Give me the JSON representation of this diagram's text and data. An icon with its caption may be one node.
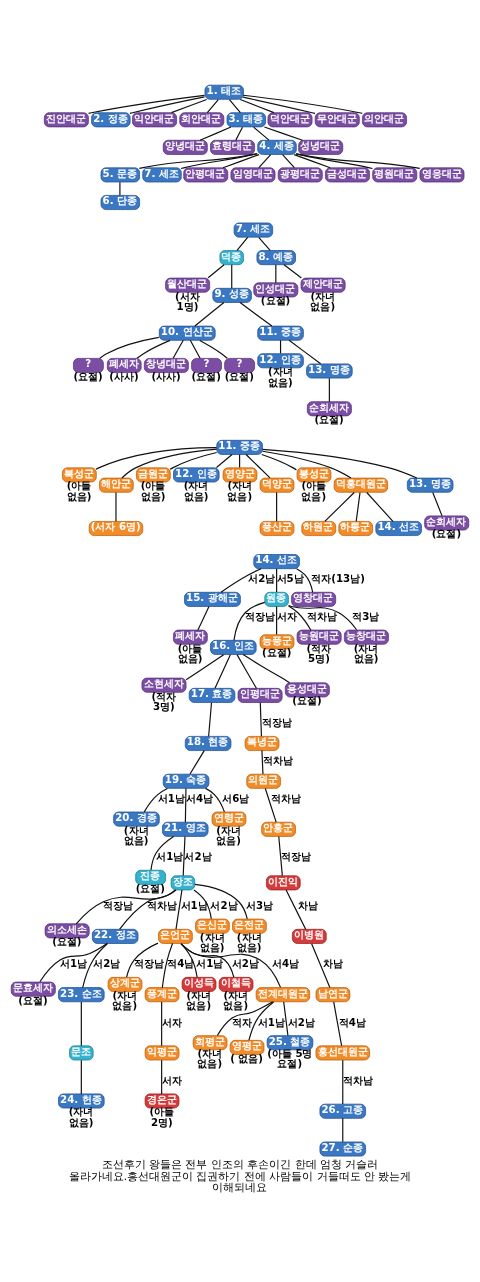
{
  "diagram": {
    "caption": "조선후기 왕들은 전부 인조의 후손이긴 한데 엄청 거슬러 올라가네요.흥선대원군이 집권하기 전에 사람들이 거들떠도 안 봤는게 이해되네요",
    "nodes": [
      {
        "text": [
          "1. 태조"
        ]
      },
      {
        "text": [
          "진안대군"
        ]
      },
      {
        "text": [
          "2. 정종"
        ]
      },
      {
        "text": [
          "익안대군"
        ]
      },
      {
        "text": [
          "회안대군"
        ]
      },
      {
        "text": [
          "3. 태종"
        ]
      },
      {
        "text": [
          "덕안대군"
        ]
      },
      {
        "text": [
          "무안대군"
        ]
      },
      {
        "text": [
          "의안대군"
        ]
      },
      {
        "text": [
          "양녕대군"
        ]
      },
      {
        "text": [
          "효령대군"
        ]
      },
      {
        "text": [
          "4. 세종"
        ]
      },
      {
        "text": [
          "성녕대군"
        ]
      },
      {
        "text": [
          "5. 문종"
        ]
      },
      {
        "text": [
          "7. 세조"
        ]
      },
      {
        "text": [
          "안평대군"
        ]
      },
      {
        "text": [
          "임영대군"
        ]
      },
      {
        "text": [
          "광평대군"
        ]
      },
      {
        "text": [
          "금성대군"
        ]
      },
      {
        "text": [
          "평원대군"
        ]
      },
      {
        "text": [
          "영응대군"
        ]
      },
      {
        "text": [
          "6. 단종"
        ]
      },
      {
        "text": [
          "7. 세조"
        ]
      },
      {
        "text": [
          "덕종"
        ]
      },
      {
        "text": [
          "8. 예종"
        ]
      },
      {
        "text": [
          "월산대군"
        ],
        "beside": [
          "(서자 1명)"
        ]
      },
      {
        "text": [
          "9. 성종"
        ]
      },
      {
        "text": [
          "인성대군"
        ],
        "beside": [
          "(요절)"
        ]
      },
      {
        "text": [
          "제안대군"
        ],
        "beside": [
          "(자녀 없음)"
        ]
      },
      {
        "text": [
          "10. 연산군"
        ]
      },
      {
        "text": [
          "11. 중종"
        ]
      },
      {
        "text": [
          "?"
        ],
        "beside": [
          "(요절)"
        ]
      },
      {
        "text": [
          "폐세자"
        ],
        "beside": [
          "(사사)"
        ]
      },
      {
        "text": [
          "창녕대군"
        ],
        "beside": [
          "(사사)"
        ]
      },
      {
        "text": [
          "?"
        ],
        "beside": [
          "(요절)"
        ]
      },
      {
        "text": [
          "?"
        ],
        "beside": [
          "(요절)"
        ]
      },
      {
        "text": [
          "12. 인종"
        ],
        "beside": [
          "(자녀 없음)"
        ]
      },
      {
        "text": [
          "13. 명종"
        ]
      },
      {
        "text": [
          "순회세자"
        ],
        "beside": [
          "(요절)"
        ]
      },
      {
        "text": [
          "11. 중종"
        ]
      },
      {
        "text": [
          "복성군"
        ],
        "beside": [
          "(아들 없음)"
        ]
      },
      {
        "text": [
          "해안군"
        ]
      },
      {
        "text": [
          "금원군"
        ],
        "beside": [
          "(아들 없음)"
        ]
      },
      {
        "text": [
          "12. 인종"
        ],
        "beside": [
          "(자녀 없음)"
        ]
      },
      {
        "text": [
          "영양군"
        ],
        "beside": [
          "(자녀 없음)"
        ]
      },
      {
        "text": [
          "덕양군"
        ]
      },
      {
        "text": [
          "봉성군"
        ],
        "beside": [
          "(아들 없음)"
        ]
      },
      {
        "text": [
          "덕흥대원군"
        ]
      },
      {
        "text": [
          "13. 명종"
        ]
      },
      {
        "text": [
          "(서자 6명)"
        ]
      },
      {
        "text": [
          "풍산군"
        ]
      },
      {
        "text": [
          "하원군"
        ]
      },
      {
        "text": [
          "하릉군"
        ]
      },
      {
        "text": [
          "14. 선조"
        ]
      },
      {
        "text": [
          "순회세자"
        ],
        "beside": [
          "(요절)"
        ]
      },
      {
        "text": [
          "14. 선조"
        ]
      },
      {
        "text": [
          "15. 광해군"
        ]
      },
      {
        "text": [
          "원종"
        ]
      },
      {
        "text": [
          "영창대군"
        ]
      },
      {
        "text": [
          "폐세자"
        ],
        "beside": [
          "(아들 없음)"
        ]
      },
      {
        "text": [
          "16. 인조"
        ]
      },
      {
        "text": [
          "능풍군"
        ],
        "beside": [
          "(요절)"
        ]
      },
      {
        "text": [
          "능원대군"
        ],
        "beside": [
          "(적자 5명)"
        ]
      },
      {
        "text": [
          "능창대군"
        ],
        "beside": [
          "(자녀 없음)"
        ]
      },
      {
        "text": [
          "소현세자"
        ],
        "beside": [
          "(적자 3명)"
        ]
      },
      {
        "text": [
          "17. 효종"
        ]
      },
      {
        "text": [
          "인평대군"
        ]
      },
      {
        "text": [
          "용성대군"
        ],
        "beside": [
          "(요절)"
        ]
      },
      {
        "text": [
          "18. 현종"
        ]
      },
      {
        "text": [
          "복녕군"
        ]
      },
      {
        "text": [
          "19. 숙종"
        ]
      },
      {
        "text": [
          "의원군"
        ]
      },
      {
        "text": [
          "20. 경종"
        ],
        "beside": [
          "(자녀 없음)"
        ]
      },
      {
        "text": [
          "21. 영조"
        ]
      },
      {
        "text": [
          "연령군"
        ],
        "beside": [
          "(자녀 없음)"
        ]
      },
      {
        "text": [
          "안흥군"
        ]
      },
      {
        "text": [
          "진종"
        ],
        "beside": [
          "(요절)"
        ]
      },
      {
        "text": [
          "장조"
        ]
      },
      {
        "text": [
          "이진익"
        ]
      },
      {
        "text": [
          "의소세손"
        ],
        "beside": [
          "(요절)"
        ]
      },
      {
        "text": [
          "22. 정조"
        ]
      },
      {
        "text": [
          "은언군"
        ]
      },
      {
        "text": [
          "은신군"
        ],
        "beside": [
          "(자녀 없음)"
        ]
      },
      {
        "text": [
          "은전군"
        ],
        "beside": [
          "(자녀 없음)"
        ]
      },
      {
        "text": [
          "이병원"
        ]
      },
      {
        "text": [
          "문효세자"
        ],
        "beside": [
          "(요절)"
        ]
      },
      {
        "text": [
          "23. 순조"
        ]
      },
      {
        "text": [
          "상계군"
        ],
        "beside": [
          "(자녀 없음)"
        ]
      },
      {
        "text": [
          "풍계군"
        ]
      },
      {
        "text": [
          "이성득"
        ],
        "beside": [
          "(자녀 없음)"
        ]
      },
      {
        "text": [
          "이철득"
        ],
        "beside": [
          "(자녀 없음)"
        ]
      },
      {
        "text": [
          "전계대원군"
        ]
      },
      {
        "text": [
          "남연군"
        ]
      },
      {
        "text": [
          "문조"
        ]
      },
      {
        "text": [
          "익평군"
        ]
      },
      {
        "text": [
          "회평군"
        ],
        "beside": [
          "(자녀 없음)"
        ]
      },
      {
        "text": [
          "영평군"
        ],
        "beside": [
          "( 없음)"
        ]
      },
      {
        "text": [
          "25. 철종"
        ],
        "beside": [
          "(아들 5명 요절)"
        ]
      },
      {
        "text": [
          "흥선대원군"
        ]
      },
      {
        "text": [
          "24. 헌종"
        ],
        "beside": [
          "(자녀 없음)"
        ]
      },
      {
        "text": [
          "경은군"
        ],
        "beside": [
          "(아들 2명)"
        ]
      },
      {
        "text": [
          "26. 고종"
        ]
      },
      {
        "text": [
          "27. 순종"
        ]
      }
    ],
    "edges": [
      {
        "from": 0,
        "to": 1,
        "arrow": "none"
      },
      {
        "from": 0,
        "to": 2,
        "arrow": "none"
      },
      {
        "from": 0,
        "to": 3,
        "arrow": "none"
      },
      {
        "from": 0,
        "to": 4,
        "arrow": "none"
      },
      {
        "from": 0,
        "to": 5,
        "arrow": "none"
      },
      {
        "from": 0,
        "to": 6,
        "arrow": "none"
      },
      {
        "from": 0,
        "to": 7,
        "arrow": "none"
      },
      {
        "from": 0,
        "to": 8,
        "arrow": "none"
      },
      {
        "from": 5,
        "to": 9,
        "arrow": "none"
      },
      {
        "from": 5,
        "to": 10,
        "arrow": "none"
      },
      {
        "from": 5,
        "to": 11,
        "arrow": "none"
      },
      {
        "from": 5,
        "to": 12,
        "arrow": "none"
      },
      {
        "from": 11,
        "to": 13,
        "arrow": "none"
      },
      {
        "from": 11,
        "to": 14,
        "arrow": "none"
      },
      {
        "from": 11,
        "to": 15,
        "arrow": "none"
      },
      {
        "from": 11,
        "to": 16,
        "arrow": "none"
      },
      {
        "from": 11,
        "to": 17,
        "arrow": "none"
      },
      {
        "from": 11,
        "to": 18,
        "arrow": "none"
      },
      {
        "from": 11,
        "to": 19,
        "arrow": "none"
      },
      {
        "from": 11,
        "to": 20,
        "arrow": "none"
      },
      {
        "from": 13,
        "to": 21,
        "arrow": "none"
      },
      {
        "from": 22,
        "to": 23,
        "arrow": "none"
      },
      {
        "from": 22,
        "to": 24,
        "arrow": "none"
      },
      {
        "from": 23,
        "to": 25,
        "arrow": "none"
      },
      {
        "from": 23,
        "to": 26,
        "arrow": "none"
      },
      {
        "from": 24,
        "to": 27,
        "arrow": "none"
      },
      {
        "from": 24,
        "to": 28,
        "arrow": "none"
      },
      {
        "from": 26,
        "to": 29,
        "arrow": "none"
      },
      {
        "from": 26,
        "to": 30,
        "arrow": "none"
      },
      {
        "from": 29,
        "to": 31,
        "arrow": "none"
      },
      {
        "from": 29,
        "to": 32,
        "arrow": "none"
      },
      {
        "from": 29,
        "to": 33,
        "arrow": "none"
      },
      {
        "from": 29,
        "to": 34,
        "arrow": "none"
      },
      {
        "from": 29,
        "to": 35,
        "arrow": "none"
      },
      {
        "from": 30,
        "to": 36,
        "arrow": "none"
      },
      {
        "from": 30,
        "to": 37,
        "arrow": "none"
      },
      {
        "from": 37,
        "to": 38,
        "arrow": "none"
      },
      {
        "from": 39,
        "to": 40,
        "arrow": "none"
      },
      {
        "from": 39,
        "to": 41,
        "arrow": "none"
      },
      {
        "from": 39,
        "to": 42,
        "arrow": "none"
      },
      {
        "from": 39,
        "to": 43,
        "arrow": "none"
      },
      {
        "from": 39,
        "to": 44,
        "arrow": "none"
      },
      {
        "from": 39,
        "to": 45,
        "arrow": "none"
      },
      {
        "from": 39,
        "to": 46,
        "arrow": "none"
      },
      {
        "from": 39,
        "to": 47,
        "arrow": "none"
      },
      {
        "from": 39,
        "to": 48,
        "arrow": "none"
      },
      {
        "from": 41,
        "to": 49,
        "arrow": "none"
      },
      {
        "from": 45,
        "to": 50,
        "arrow": "none"
      },
      {
        "from": 47,
        "to": 51,
        "arrow": "none"
      },
      {
        "from": 47,
        "to": 52,
        "arrow": "none"
      },
      {
        "from": 47,
        "to": 53,
        "arrow": "none"
      },
      {
        "from": 48,
        "to": 54,
        "arrow": "none"
      },
      {
        "from": 55,
        "to": 56,
        "arrow": "none",
        "label": "서2남"
      },
      {
        "from": 55,
        "to": 57,
        "arrow": "none",
        "label": "서5남"
      },
      {
        "from": 55,
        "to": 58,
        "arrow": "none",
        "label": "적자(13남)"
      },
      {
        "from": 56,
        "to": 59,
        "arrow": "none"
      },
      {
        "from": 57,
        "to": 60,
        "arrow": "none",
        "label": "적장남"
      },
      {
        "from": 57,
        "to": 61,
        "arrow": "none",
        "label": "서자"
      },
      {
        "from": 57,
        "to": 62,
        "arrow": "none",
        "label": "적차남"
      },
      {
        "from": 57,
        "to": 63,
        "arrow": "none",
        "label": "적3남"
      },
      {
        "from": 60,
        "to": 64,
        "arrow": "none"
      },
      {
        "from": 60,
        "to": 65,
        "arrow": "none"
      },
      {
        "from": 60,
        "to": 66,
        "arrow": "none"
      },
      {
        "from": 60,
        "to": 67,
        "arrow": "none"
      },
      {
        "from": 65,
        "to": 68,
        "arrow": "none"
      },
      {
        "from": 66,
        "to": 69,
        "arrow": "none",
        "label": "적장남"
      },
      {
        "from": 68,
        "to": 70,
        "arrow": "none"
      },
      {
        "from": 69,
        "to": 71,
        "arrow": "none",
        "label": "적차남"
      },
      {
        "from": 70,
        "to": 72,
        "arrow": "none",
        "label": "서1남"
      },
      {
        "from": 70,
        "to": 73,
        "arrow": "none",
        "label": "서4남"
      },
      {
        "from": 70,
        "to": 74,
        "arrow": "none",
        "label": "서6남"
      },
      {
        "from": 71,
        "to": 75,
        "arrow": "none",
        "label": "적차남"
      },
      {
        "from": 73,
        "to": 76,
        "arrow": "none",
        "label": "서1남"
      },
      {
        "from": 73,
        "to": 77,
        "arrow": "none",
        "label": "서2남"
      },
      {
        "from": 75,
        "to": 78,
        "arrow": "none",
        "label": "적장남"
      },
      {
        "from": 77,
        "to": 79,
        "arrow": "none",
        "label": "적장남"
      },
      {
        "from": 77,
        "to": 80,
        "arrow": "none",
        "label": "적차남"
      },
      {
        "from": 77,
        "to": 81,
        "arrow": "none",
        "label": "서1남"
      },
      {
        "from": 77,
        "to": 82,
        "arrow": "none",
        "label": "서2남"
      },
      {
        "from": 77,
        "to": 83,
        "arrow": "none",
        "label": "서3남"
      },
      {
        "from": 78,
        "to": 84,
        "arrow": "none",
        "label": "차남"
      },
      {
        "from": 80,
        "to": 85,
        "arrow": "none",
        "label": "서1남"
      },
      {
        "from": 80,
        "to": 86,
        "arrow": "none",
        "label": "서2남"
      },
      {
        "from": 81,
        "to": 87,
        "arrow": "none",
        "label": "적장남"
      },
      {
        "from": 81,
        "to": 88,
        "arrow": "none",
        "label": "적4남"
      },
      {
        "from": 81,
        "to": 89,
        "arrow": "none",
        "label": "서1남"
      },
      {
        "from": 81,
        "to": 90,
        "arrow": "none",
        "label": "서2남"
      },
      {
        "from": 81,
        "to": 91,
        "arrow": "none",
        "label": "서4남"
      },
      {
        "from": 84,
        "to": 92,
        "arrow": "none",
        "label": "차남"
      },
      {
        "from": 86,
        "to": 93,
        "arrow": "none"
      },
      {
        "from": 88,
        "to": 94,
        "arrow": "none",
        "label": "서자"
      },
      {
        "from": 91,
        "to": 95,
        "arrow": "none",
        "label": "적자"
      },
      {
        "from": 91,
        "to": 96,
        "arrow": "none",
        "label": "서1남"
      },
      {
        "from": 91,
        "to": 97,
        "arrow": "none",
        "label": "서2남"
      },
      {
        "from": 92,
        "to": 98,
        "arrow": "none",
        "label": "적4남"
      },
      {
        "from": 93,
        "to": 99,
        "arrow": "none"
      },
      {
        "from": 94,
        "to": 100,
        "arrow": "none",
        "label": "서자"
      },
      {
        "from": 98,
        "to": 101,
        "arrow": "none",
        "label": "적차남"
      },
      {
        "from": 101,
        "to": 102,
        "arrow": "none"
      }
    ]
  }
}
